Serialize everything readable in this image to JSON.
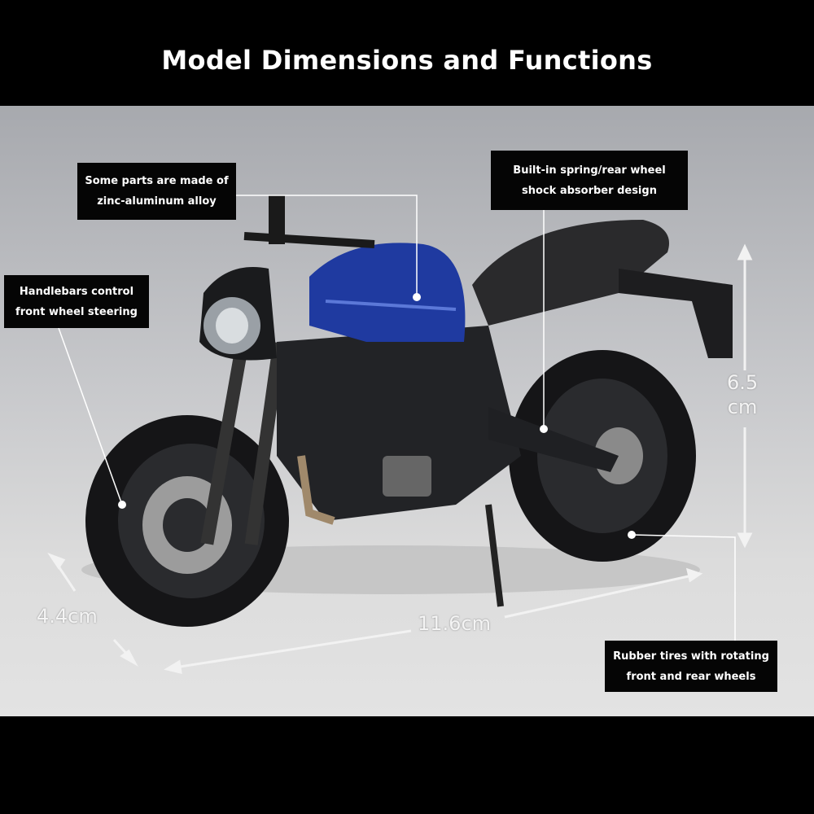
{
  "title": "Model Dimensions and Functions",
  "callouts": [
    {
      "lines": [
        "Some parts are made of",
        "zinc-aluminum alloy"
      ]
    },
    {
      "lines": [
        "Built-in spring/rear wheel",
        "shock absorber design"
      ]
    },
    {
      "lines": [
        "Handlebars control",
        "front wheel steering"
      ]
    },
    {
      "lines": [
        "Rubber tires with rotating",
        "front and rear wheels"
      ]
    }
  ],
  "dimensions": {
    "height": [
      "6.5",
      "cm"
    ],
    "width": "4.4cm",
    "length": "11.6cm"
  },
  "colors": {
    "tank_blue": "#1f3aa0",
    "body": "#1c1d20",
    "background": "#c5c6c9"
  }
}
